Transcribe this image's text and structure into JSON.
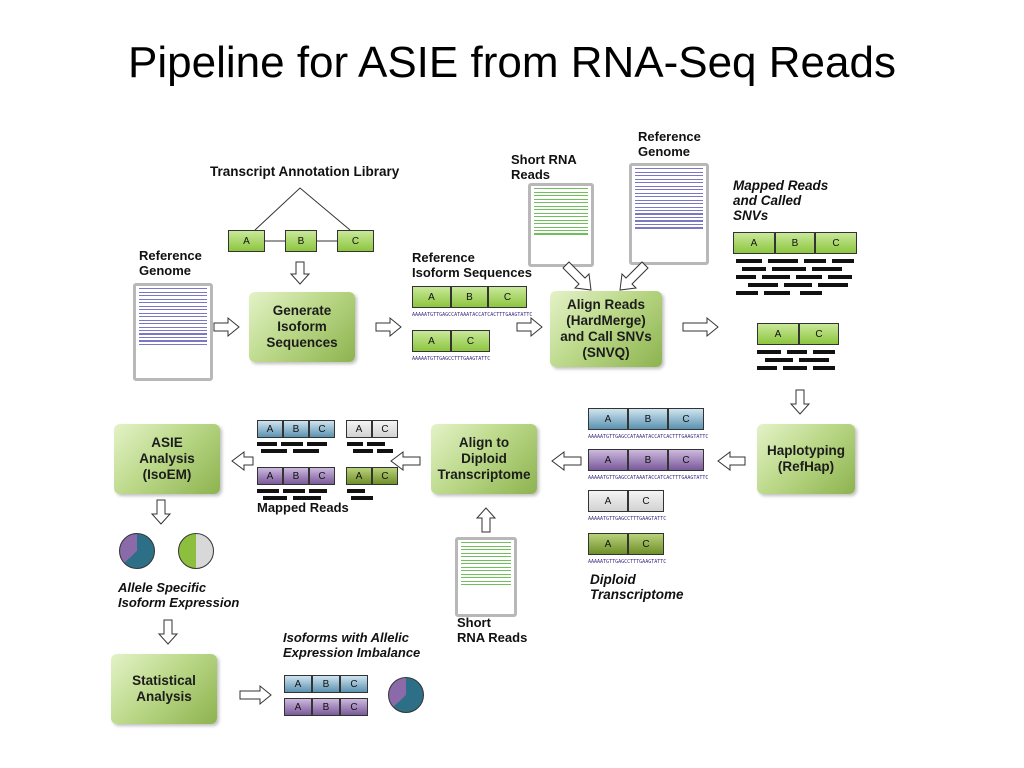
{
  "title": "Pipeline for ASIE from RNA-Seq Reads",
  "labels": {
    "transcript_library": "Transcript Annotation Library",
    "reference_genome_left": "Reference\nGenome",
    "reference_isoform": "Reference\nIsoform Sequences",
    "short_reads_top": "Short RNA\nReads",
    "reference_genome_top": "Reference\nGenome",
    "mapped_called": "Mapped Reads\nand Called\nSNVs",
    "mapped_reads": "Mapped Reads",
    "allele_specific": "Allele Specific\nIsoform Expression",
    "isoforms_imbalance": "Isoforms with Allelic\nExpression Imbalance",
    "diploid_transcriptome": "Diploid\nTranscriptome",
    "short_reads_bottom": "Short\nRNA Reads"
  },
  "steps": {
    "generate": "Generate\nIsoform\nSequences",
    "align_reads": "Align Reads\n(HardMerge)\nand Call SNVs\n(SNVQ)",
    "haplotyping": "Haplotyping\n(RefHap)",
    "align_diploid": "Align to\nDiploid\nTranscriptome",
    "asie": "ASIE\nAnalysis\n(IsoEM)",
    "statistical": "Statistical\nAnalysis"
  },
  "exons": {
    "a": "A",
    "b": "B",
    "c": "C"
  },
  "sequences": {
    "abc": "AAAAATGTTGAGCCATAAATACCATCACTTTGAAGTATTC",
    "ac": "AAAAATGTTGAGCCTTTGAAGTATTC"
  },
  "colors": {
    "step_green": "#a6c864",
    "exon_green": "#8cc63f",
    "hap_blue": "#5b92b0",
    "hap_purple": "#7a5a9a",
    "hap_grey": "#d2d2d2",
    "hap_olive": "#6f8f2a"
  }
}
